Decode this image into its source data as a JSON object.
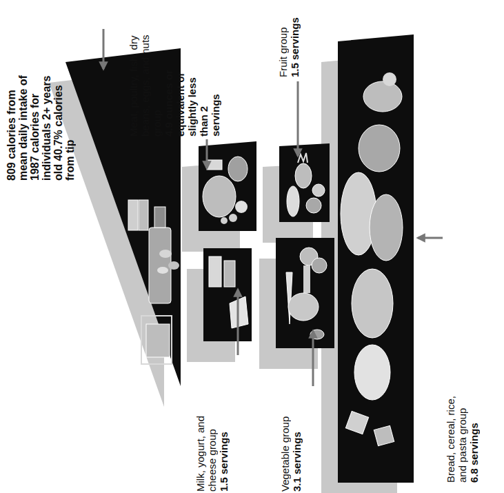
{
  "diagram": {
    "nodes": [
      {
        "text": [
          "809 calories from mean daily intake of 1987 calories for individuals 2+ years old 40.7% calories from tip"
        ]
      },
      {
        "text": [
          "Milk, yogurt, and cheese group",
          "1.5 servings"
        ]
      },
      {
        "text": [
          "Meat, poultry, fish, dry beans, eggs, and nuts group",
          "4.9 ounces or equivalent or slightly less than 2 servings"
        ]
      },
      {
        "text": [
          "Vegetable group",
          "3.1 servings"
        ]
      },
      {
        "text": [
          "Fruit group",
          "1.5 servings"
        ]
      },
      {
        "text": [
          "Bread, cereal, rice, and pasta group",
          "6.8 servings"
        ]
      }
    ]
  }
}
